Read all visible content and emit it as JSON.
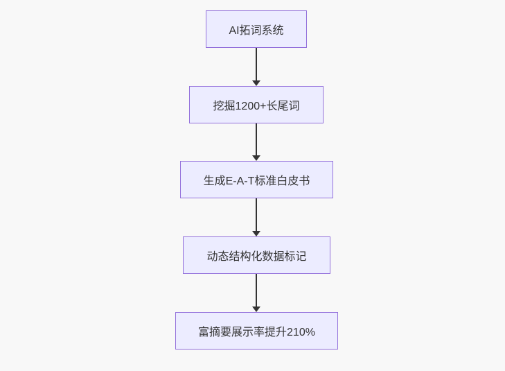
{
  "diagram": {
    "type": "flowchart",
    "direction": "top-down",
    "colors": {
      "background": "#f8f8f8",
      "node_fill": "#ECECFF",
      "node_border": "#9370DB",
      "node_text": "#333333",
      "arrow": "#333333"
    },
    "nodes": [
      {
        "id": "A",
        "label": "AI拓词系统"
      },
      {
        "id": "B",
        "label": "挖掘1200+长尾词"
      },
      {
        "id": "C",
        "label": "生成E-A-T标准白皮书"
      },
      {
        "id": "D",
        "label": "动态结构化数据标记"
      },
      {
        "id": "E",
        "label": "富摘要展示率提升210%"
      }
    ],
    "edges": [
      {
        "from": "A",
        "to": "B"
      },
      {
        "from": "B",
        "to": "C"
      },
      {
        "from": "C",
        "to": "D"
      },
      {
        "from": "D",
        "to": "E"
      }
    ]
  }
}
